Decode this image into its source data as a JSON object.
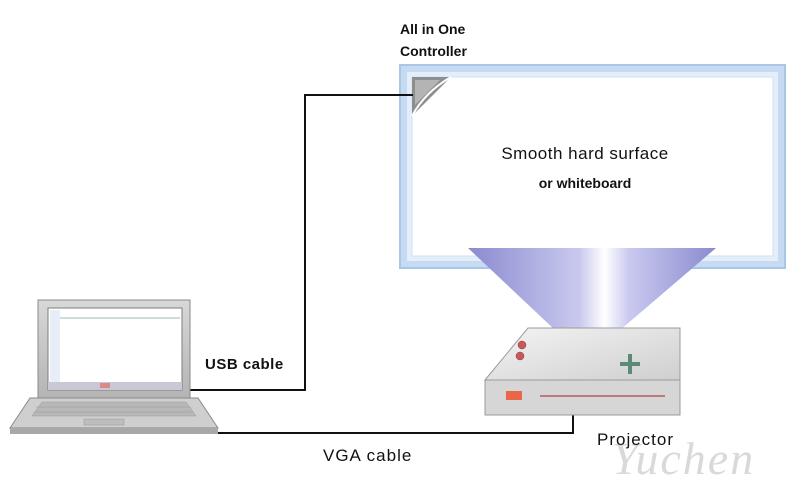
{
  "controller": {
    "label_line1": "All in One",
    "label_line2": "Controller"
  },
  "surface": {
    "title": "Smooth hard surface",
    "subtitle": "or whiteboard"
  },
  "cables": {
    "usb_label": "USB cable",
    "vga_label": "VGA cable"
  },
  "projector": {
    "label": "Projector"
  },
  "watermark": "Yuchen",
  "colors": {
    "board_frame": "#b9d3ee",
    "board_frame_edge": "#d9e6f5",
    "beam": "#9a9ad6",
    "cable": "#111111",
    "laptop_body": "#c8c8c8",
    "laptop_screen": "#ffffff",
    "projector_body": "#dcdcdc"
  }
}
